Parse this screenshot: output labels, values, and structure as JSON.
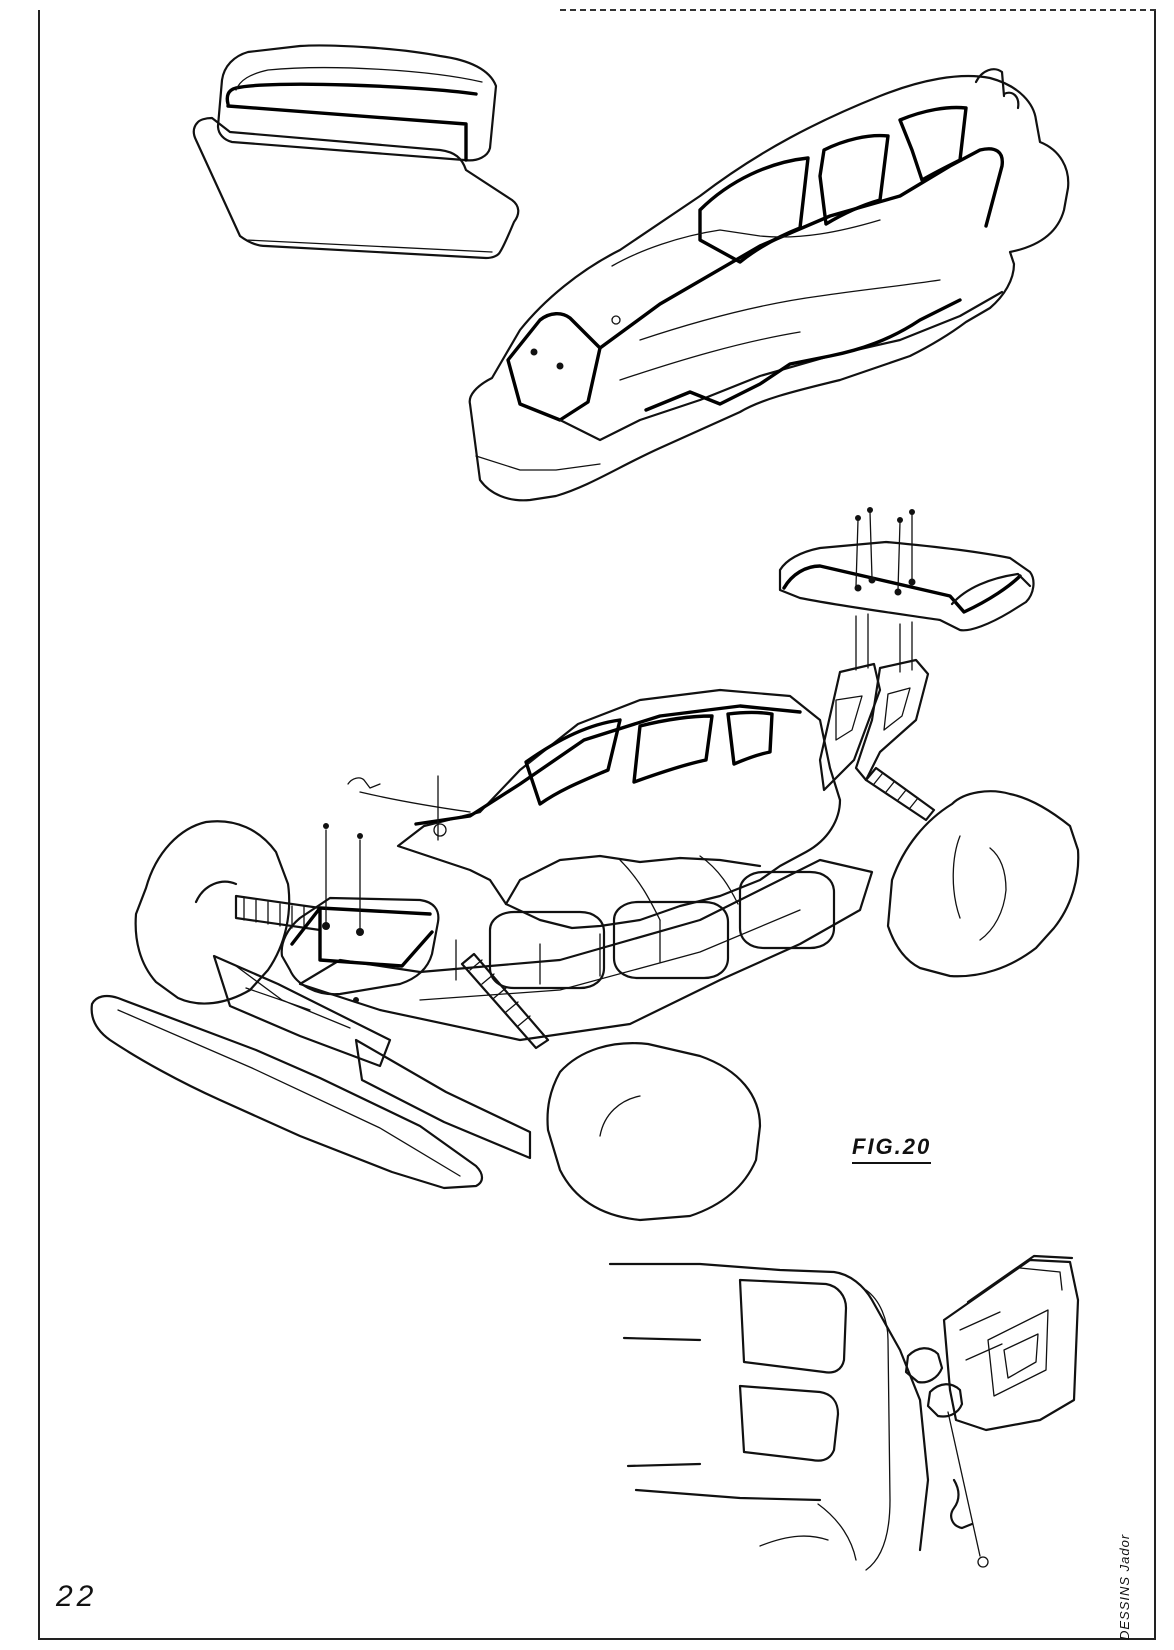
{
  "figure": {
    "label": "FIG.20"
  },
  "page": {
    "number": "22"
  },
  "credit": {
    "signature": "DESSINS Jador"
  },
  "colors": {
    "ink": "#111111",
    "paper": "#ffffff"
  }
}
